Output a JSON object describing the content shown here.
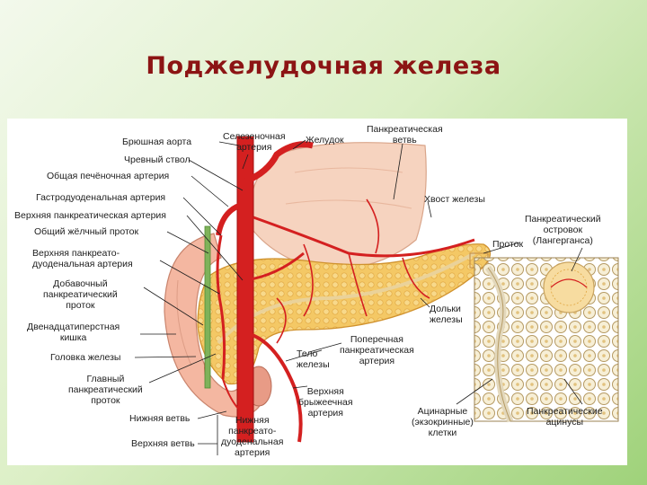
{
  "title": "Поджелудочная железа",
  "labels": {
    "abdominal_aorta": "Брюшная аорта",
    "splenic_artery": "Селезеночная\nартерия",
    "stomach": "Желудок",
    "pancreatic_branch": "Панкреатическая\nветвь",
    "celiac_trunk": "Чревный ствол",
    "common_hepatic_artery": "Общая печёночная артерия",
    "gastroduodenal_artery": "Гастродуоденальная артерия",
    "tail": "Хвост железы",
    "superior_pancreatic_artery": "Верхняя панкреатическая артерия",
    "islet": "Панкреатический\nостровок\n(Лангерганса)",
    "common_bile_duct": "Общий жёлчный проток",
    "duct": "Проток",
    "superior_pancreaticoduodenal_artery": "Верхняя панкреато-\nдуоденальная артерия",
    "accessory_duct": "Добавочный\nпанкреатический\nпроток",
    "lobules": "Дольки\nжелезы",
    "duodenum": "Двенадцатиперстная\nкишка",
    "transverse_pancreatic_artery": "Поперечная\nпанкреатическая\nартерия",
    "head": "Головка железы",
    "body": "Тело\nжелезы",
    "main_duct": "Главный\nпанкреатический\nпроток",
    "superior_mesenteric_artery": "Верхняя\nбрыжеечная\nартерия",
    "acinar_cells": "Ацинарные\n(экзокринные)\nклетки",
    "acini": "Панкреатические\nацинусы",
    "inferior_branch": "Нижняя ветвь",
    "inferior_pancreaticoduodenal_artery": "Нижняя\nпанкреато-\nдуоденальная\nартерия",
    "superior_branch": "Верхняя ветвь"
  },
  "colors": {
    "title": "#8c1414",
    "artery": "#d42020",
    "gland": "#f2c466",
    "stomach": "#f5cdb6",
    "duodenum": "#f4b7a1"
  }
}
